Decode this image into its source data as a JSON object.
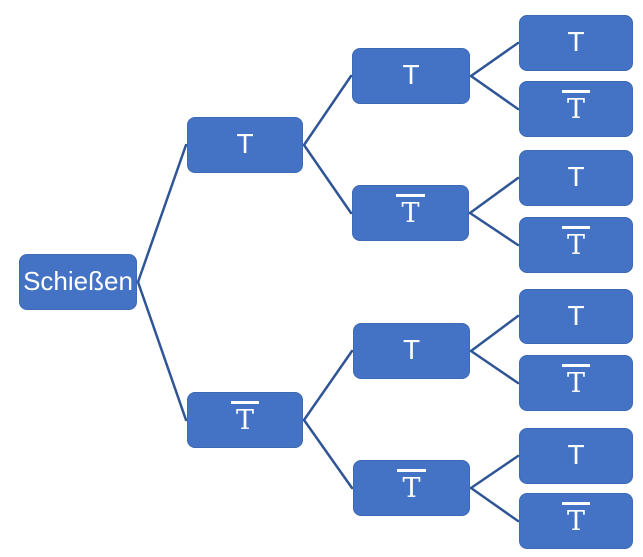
{
  "diagram": {
    "type": "tree",
    "orientation": "left-to-right",
    "root": {
      "label": "Schießen",
      "overline": false
    },
    "level1": [
      {
        "label": "T",
        "overline": false
      },
      {
        "label": "T",
        "overline": true
      }
    ],
    "level2": [
      {
        "label": "T",
        "overline": false
      },
      {
        "label": "T",
        "overline": true
      },
      {
        "label": "T",
        "overline": false
      },
      {
        "label": "T",
        "overline": true
      }
    ],
    "level3": [
      {
        "label": "T",
        "overline": false
      },
      {
        "label": "T",
        "overline": true
      },
      {
        "label": "T",
        "overline": false
      },
      {
        "label": "T",
        "overline": true
      },
      {
        "label": "T",
        "overline": false
      },
      {
        "label": "T",
        "overline": true
      },
      {
        "label": "T",
        "overline": false
      },
      {
        "label": "T",
        "overline": true
      }
    ],
    "colors": {
      "node_fill": "#4472C4",
      "node_text": "#FFFFFF",
      "connector": "#2F5597"
    }
  }
}
